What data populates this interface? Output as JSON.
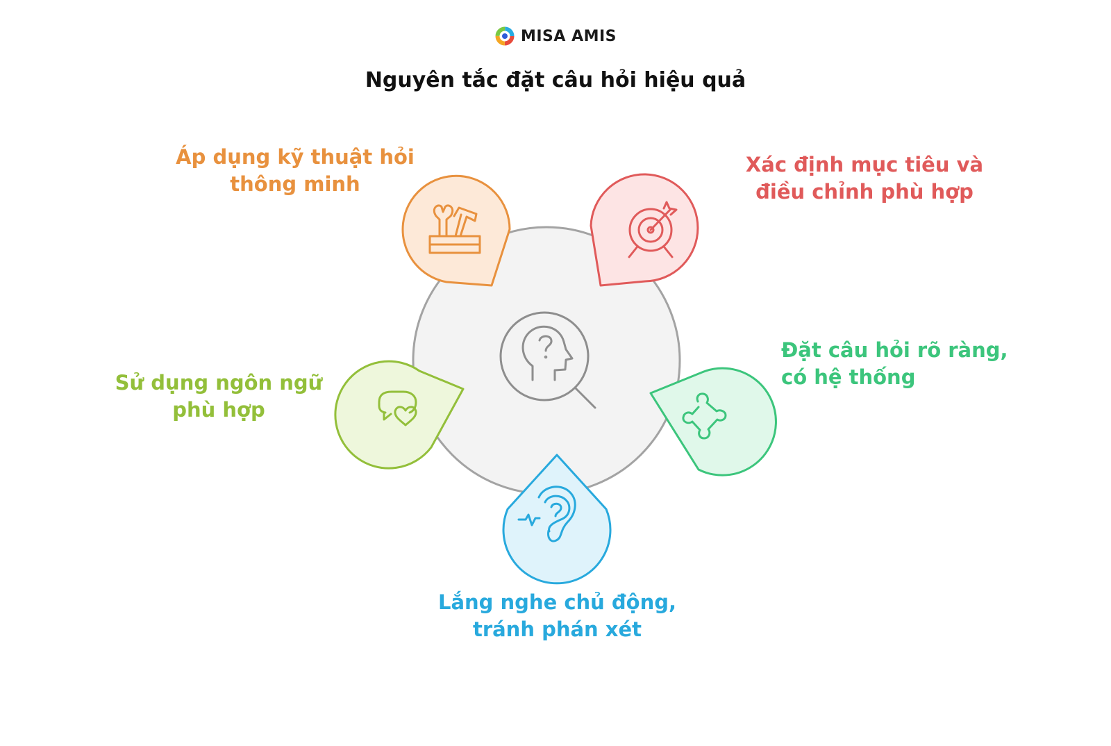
{
  "brand": {
    "name": "MISA AMIS",
    "colors": [
      "#e84b3c",
      "#f5a623",
      "#7ac943",
      "#29abe2",
      "#2e5bd8"
    ]
  },
  "title": "Nguyên tắc đặt câu hỏi hiệu quả",
  "center": {
    "icon": "head-question-magnifier-icon",
    "fill": "#f3f3f3",
    "stroke": "#a3a3a3"
  },
  "items": [
    {
      "id": "tools",
      "lines": [
        "Áp dụng kỹ thuật hỏi",
        "thông minh"
      ],
      "color": "#e8913e",
      "fill": "#fde9d8",
      "icon": "toolbox-icon"
    },
    {
      "id": "target",
      "lines": [
        "Xác định mục tiêu và",
        "điều chỉnh phù hợp"
      ],
      "color": "#e05a5a",
      "fill": "#fde4e4",
      "icon": "target-icon"
    },
    {
      "id": "puzzle",
      "lines": [
        "Đặt câu hỏi rõ ràng,",
        "có hệ thống"
      ],
      "color": "#3cc57c",
      "fill": "#e0f8ea",
      "icon": "puzzle-icon"
    },
    {
      "id": "ear",
      "lines": [
        "Lắng nghe chủ động,",
        "tránh phán xét"
      ],
      "color": "#28a9dd",
      "fill": "#dff3fb",
      "icon": "ear-icon"
    },
    {
      "id": "chat",
      "lines": [
        "Sử dụng ngôn ngữ",
        "phù hợp"
      ],
      "color": "#93bf3a",
      "fill": "#eef7dc",
      "icon": "chat-heart-icon"
    }
  ]
}
